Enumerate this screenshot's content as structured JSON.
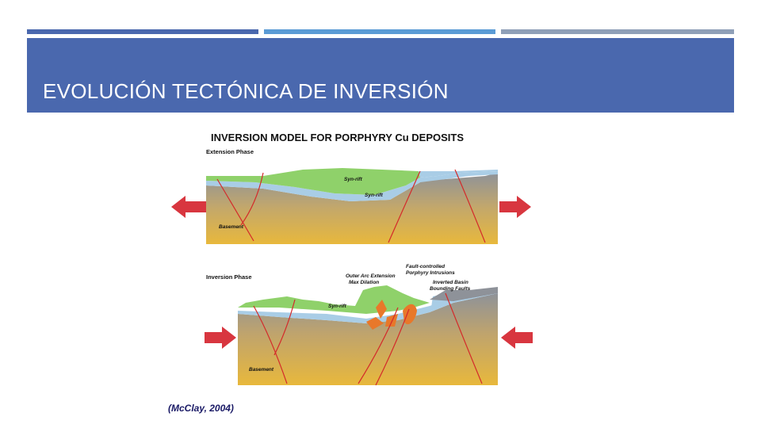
{
  "slide": {
    "title": "EVOLUCIÓN TECTÓNICA DE INVERSIÓN",
    "citation": "(McClay, 2004)",
    "accent_colors": [
      "#4a68ae",
      "#5b9bd5",
      "#8fa0b8"
    ],
    "title_band_color": "#4a68ae"
  },
  "figure": {
    "title": "INVERSION MODEL FOR PORPHYRY Cu DEPOSITS",
    "extension": {
      "phase_label": "Extension Phase",
      "synrift_upper": "Syn-rift",
      "synrift_lower": "Syn-rift",
      "basement": "Basement"
    },
    "inversion": {
      "phase_label": "Inversion Phase",
      "synrift": "Syn-rift",
      "basement": "Basement",
      "outer_arc_1": "Outer Arc Extension",
      "outer_arc_2": "Max Dilation",
      "fault_controlled_1": "Fault-controlled",
      "fault_controlled_2": "Porphyry Intrusions",
      "inverted_basin_1": "Inverted Basin",
      "inverted_basin_2": "Bounding Faults"
    }
  }
}
